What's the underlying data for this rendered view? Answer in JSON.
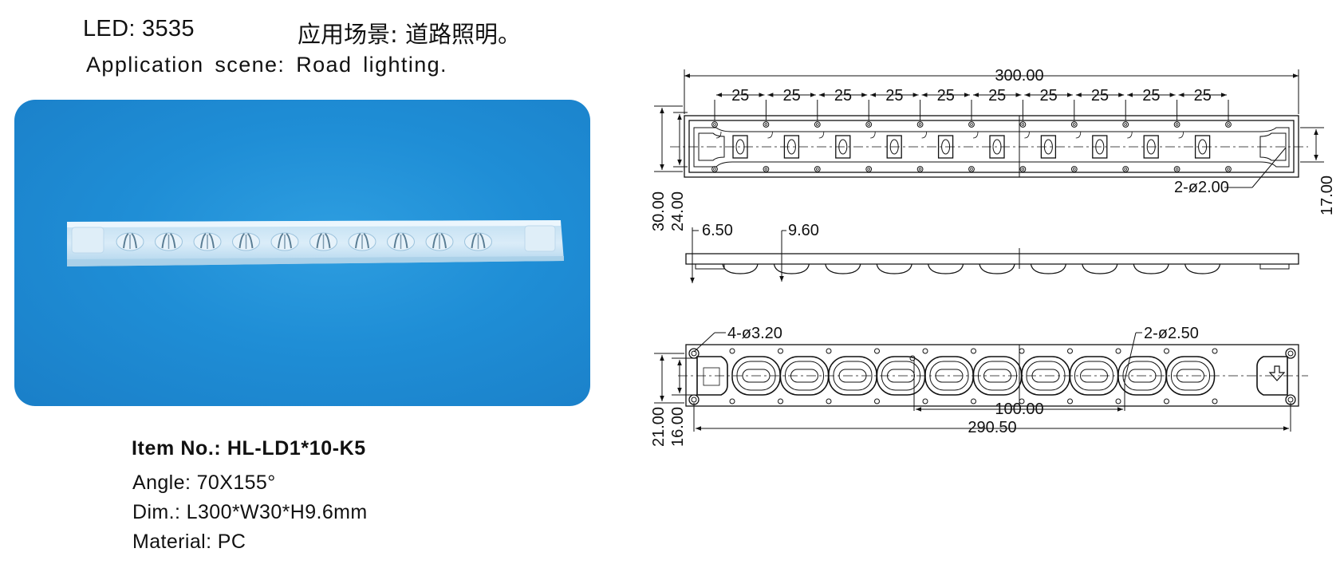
{
  "header": {
    "led": "LED: 3535",
    "scene_cn": "应用场景: 道路照明。",
    "scene_en": "Application scene: Road lighting."
  },
  "product": {
    "item_no": "Item No.: HL-LD1*10-K5",
    "angle": "Angle: 70X155°",
    "dim": "Dim.: L300*W30*H9.6mm",
    "material": "Material: PC",
    "lens_count": 10,
    "photo_background": "#1f8ed6"
  },
  "drawing": {
    "top_view": {
      "overall_length": "300.00",
      "pitch": "25",
      "pitch_count": 10,
      "width_outer": "30.00",
      "width_inner": "24.00",
      "right_height": "17.00",
      "hole_callout": "2-ø2.00"
    },
    "side_view": {
      "base_thickness": "6.50",
      "total_height": "9.60"
    },
    "bottom_view": {
      "hole_callout_left": "4-ø3.20",
      "hole_callout_right": "2-ø2.50",
      "center_span": "100.00",
      "hole_span": "290.50",
      "height_outer": "21.00",
      "height_inner": "16.00"
    }
  }
}
